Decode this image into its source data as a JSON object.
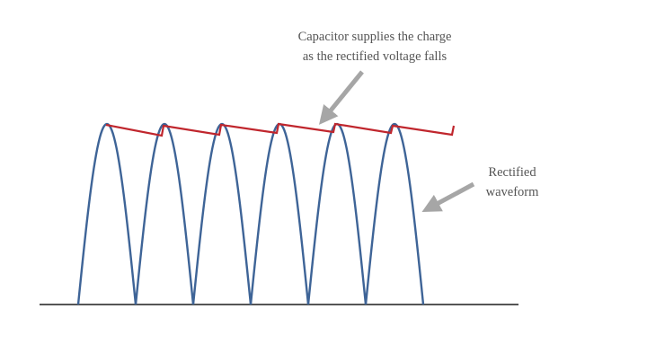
{
  "annotations": {
    "capacitor_line1": "Capacitor supplies the charge",
    "capacitor_line2": "as the rectified voltage falls",
    "rectified_line1": "Rectified",
    "rectified_line2": "waveform"
  },
  "colors": {
    "waveform": "#3e6497",
    "capacitor_ripple": "#c0262d",
    "baseline": "#555555",
    "arrow": "#a6a6a6",
    "text": "#555555"
  }
}
